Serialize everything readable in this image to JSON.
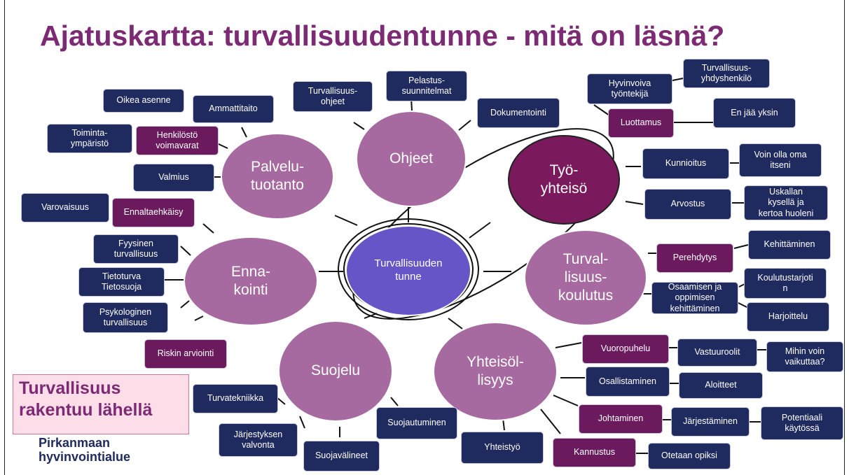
{
  "slide": {
    "title": "Ajatuskartta: turvallisuudentunne - mitä on läsnä?",
    "callout": "Turvallisuus\nrakentuu lähellä",
    "logo": "Pirkanmaan\nhyvinvointialue"
  },
  "colors": {
    "title": "#7b2a73",
    "bubble_light": "#a66aa0",
    "bubble_dark": "#7a1a5d",
    "center": "#6655c6",
    "box_navy": "#1f2a5e",
    "box_plum": "#6b1a5e"
  },
  "bubbles": {
    "center": "Turvallisuuden\ntunne",
    "palvelutuotanto": "Palvelu-\ntuotanto",
    "ohjeet": "Ohjeet",
    "tyoyhteiso": "Työ-\nyhteisö",
    "ennakointi": "Enna-\nkointi",
    "turvallisuuskoulutus": "Turval-\nlisuus-\nkoulutus",
    "suojelu": "Suojelu",
    "yhteisollisyys": "Yhteisöl-\nlisyys"
  },
  "boxes": {
    "oikea_asenne": "Oikea asenne",
    "ammattitaito": "Ammattitaito",
    "toimintaymparisto": "Toiminta-\nympäristö",
    "henkilosto_voimavarat": "Henkilöstö\nvoimavarat",
    "valmius": "Valmius",
    "turvallisuusohjeet": "Turvallisuus-\nohjeet",
    "pelastussuunnitelmat": "Pelastus-\nsuunnitelmat",
    "dokumentointi": "Dokumentointi",
    "hyvinvoiva_tyontekija": "Hyvinvoiva\ntyöntekijä",
    "turvallisuusyhdyshenkilo": "Turvallisuus-\nyhdyshenkilö",
    "luottamus": "Luottamus",
    "en_jaa_yksin": "En jää yksin",
    "kunnioitus": "Kunnioitus",
    "voin_olla_oma_itseni": "Voin olla oma\nitseni",
    "arvostus": "Arvostus",
    "uskallan_kysella": "Uskallan\nkysellä ja\nkertoa huoleni",
    "varovaisuus": "Varovaisuus",
    "ennaltaehkaisy": "Ennaltaehkäisy",
    "fyysinen_turvallisuus": "Fyysinen\nturvallisuus",
    "tietoturva_tietosuoja": "Tietoturva\nTietosuoja",
    "psykologinen_turvallisuus": "Psykologinen\nturvallisuus",
    "riskin_arviointi": "Riskin arviointi",
    "perehdytys": "Perehdytys",
    "kehittaminen": "Kehittäminen",
    "koulutustarjotin": "Koulutustarjoti\nn",
    "osaamisen_kehittaminen": "Osaamisen ja\noppimisen\nkehittäminen",
    "harjoittelu": "Harjoittelu",
    "vuoropuhelu": "Vuoropuhelu",
    "vastuuroolit": "Vastuuroolit",
    "mihin_voin_vaikuttaa": "Mihin voin\nvaikuttaa?",
    "osallistaminen": "Osallistaminen",
    "aloitteet": "Aloitteet",
    "johtaminen": "Johtaminen",
    "jarjestaminen": "Järjestäminen",
    "potentiaali_kaytossa": "Potentiaali\nkäytössä",
    "kannustus": "Kannustus",
    "otetaan_opiksi": "Otetaan opiksi",
    "turvatekniikka": "Turvatekniikka",
    "jarjestyksen_valvonta": "Järjestyksen\nvalvonta",
    "suojavalineet": "Suojavälineet",
    "suojautuminen": "Suojautuminen",
    "yhteistyo": "Yhteistyö"
  }
}
